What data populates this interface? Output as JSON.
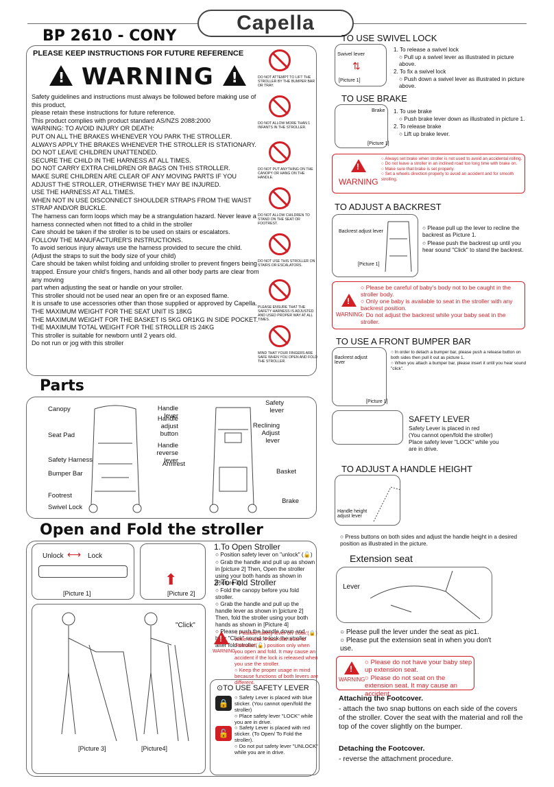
{
  "brand": "Capella",
  "model": "BP 2610 - CONY",
  "warning": {
    "keep_instructions": "PLEASE KEEP INSTRUCTIONS FOR FUTURE REFERENCE",
    "title": "WARNING",
    "lines": [
      "Safety guidelines and instructions must always be followed before making use of this product,",
      "please retain these instructions for future reference.",
      "This product complies with product standard AS/NZS 2088:2000",
      "WARNING: TO AVOID INJURY OR DEATH:",
      "PUT ON ALL THE BRAKES WHENEVER YOU PARK THE STROLLER.",
      "ALWAYS APPLY THE BRAKES WHENEVER THE STROLLER IS STATIONARY.",
      "DO NOT LEAVE CHILDREN UNATTENDED.",
      "SECURE THE CHILD IN THE HARNESS AT ALL TIMES.",
      "DO NOT CARRY EXTRA CHILDREN OR BAGS ON THIS STROLLER.",
      "MAKE SURE CHILDREN ARE CLEAR OF ANY MOVING PARTS IF YOU ADJUST THE STROLLER, OTHERWISE THEY MAY BE INJURED.",
      "USE THE HARNESS AT ALL TIMES.",
      "WHEN NOT IN USE DISCONNECT SHOULDER STRAPS FROM THE WAIST STRAP AND/OR BUCKLE.",
      "The harness can form loops which may be a strangulation hazard. Never leave a harness connected when not fitted to a child in the stroller",
      "Care should be taken if the stroller is to be used on stairs or escalators.",
      "FOLLOW THE MANUFACTURER'S INSTRUCTIONS.",
      "To avoid serious injury always use the harness provided to secure the child. (Adjust the straps to suit the body size of your child)",
      "Care should be taken whilst folding and unfolding stroller to prevent fingers being trapped. Ensure your child's fingers, hands and all other body parts are clear from any moving",
      "part when adjusting the seat or handle on your stroller.",
      "This stroller should not be used near an open fire or an exposed flame.",
      "It is unsafe to use accessories other than those supplied or approved by Capella.",
      "THE MAXIMUM WEIGHT FOR THE SEAT UNIT IS 18KG",
      "THE MAXIMUM WEIGHT FOR THE BASKET IS 5KG OR1KG IN SIDE POCKET.",
      "THE MAXIMUM TOTAL WEIGHT FOR THE STROLLER IS 24KG",
      "This stroller is suitable for newborn until 2 years old.",
      "Do not run or jog with this stroller"
    ],
    "icons": [
      {
        "caption": "DO NOT ATTEMPT TO LIFT THE STROLLER BY THE BUMPER BAR OR TRAY."
      },
      {
        "caption": "DO NOT ALLOW MORE THAN 1 INFANTS IN THE STROLLER."
      },
      {
        "caption": "DO NOT PUT ANYTHING ON THE CANOPY OR HANG ON THE HANDLE."
      },
      {
        "caption": "DO NOT ALLOW CHILDREN TO STAND ON THE SEAT OR FOOTREST."
      },
      {
        "caption": "DO NOT USE THIS STROLLER ON STAIRS OR ESCALATORS."
      },
      {
        "caption": "PLEASE ENSURE THAT THE SAFETY HARNESS IS ADJUSTED AND USED PROPER WAY AT ALL TIMES."
      },
      {
        "caption": "MIND THAT YOUR FINGERS ARE SAFE WHEN YOU OPEN AND FOLD THE STROLLER."
      }
    ]
  },
  "parts": {
    "title": "Parts",
    "left_labels": [
      "Canopy",
      "Seat Pad",
      "Safety Harness",
      "Bumper Bar",
      "Footrest",
      "Swivel Lock"
    ],
    "mid_labels": [
      "Handle lever",
      "Handle adjust button",
      "Handle reverse lever",
      "Armrest"
    ],
    "right_labels": [
      "Safety lever",
      "Reclining Adjust lever",
      "Basket",
      "Brake"
    ]
  },
  "open_fold": {
    "title": "Open and Fold the stroller",
    "unlock": "Unlock",
    "lock": "Lock",
    "picture1": "[Picture 1]",
    "picture2": "[Picture 2]",
    "picture3": "[Picture 3]",
    "picture4": "[Picture4]",
    "click": "\"Click\"",
    "open_title": "1.To Open Stroller",
    "open_steps": [
      "Position safety lever on \"unlock\" (🔓)",
      "Grab the handle and pull up as shown in [picture 2] Then, Open the stroller using your both hands as shown in [Picture 3]"
    ],
    "fold_title": "2.To Fold Stroller",
    "fold_steps": [
      "Fold the canopy before you fold stroller.",
      "Grab the handle and pull up the handle lever as shown in [picture 2] Then, fold the stroller using your both hands as shown in [Picture 4]",
      "Please push the handle down and hear \"Click\" sound to lock the stroller after fold stroller."
    ],
    "warning_label": "WARNING",
    "warning_steps": [
      "Position safety lever on 'Lock'(🔒) while in use. Place this lever to 'Release'(🔓) position only when you open and fold. It may cause an accident if the lock is released when you use the stroller.",
      "Keep the proper usage in mind because functions of both levers are different."
    ],
    "safety_title": "TO USE SAFETY LEVER",
    "safety_blue": [
      "Safety Lever is placed with blue sticker. (You cannot open/fold the stroller)",
      "Place safety lever \"LOCK\" while you are in drive."
    ],
    "safety_red": [
      "Safety Lever is placed with red sticker. (To Open/ To Fold the stroller).",
      "Do not put safety lever \"UNLOCK\" while you are in drive."
    ]
  },
  "swivel": {
    "title": "TO USE SWIVEL LOCK",
    "label": "Swivel lever",
    "picture": "[Picture 1]",
    "steps": [
      "1. To release a swivel lock",
      "Pull up a swivel lever as illustrated in picture above.",
      "2. To fix a swivel lock",
      "Push down a swivel lever as illustrated in picture above."
    ]
  },
  "brake": {
    "title": "TO USE BRAKE",
    "label": "Brake",
    "picture": "[Picture 1]",
    "steps": [
      "1. To use brake",
      "Push brake lever down as illustrated in picture 1.",
      "2. To release brake",
      "Lift up brake lever."
    ],
    "warning_label": "WARNING",
    "warnings": [
      "Always set brake when stroller is not used to avoid an accidental rolling.",
      "Do not leave a stroller in an inclined road too long time with brake on.",
      "Make sure that brake is set properly.",
      "Set a wheels direction properly to avoid an accident and for smooth strolling."
    ]
  },
  "backrest": {
    "title": "TO ADJUST A BACKREST",
    "label": "Backrest adjust lever",
    "picture": "[Picture 1]",
    "steps": [
      "Please pull up the lever to recline the backrest as Picture 1.",
      "Please push the backrest up until you hear sound \"Click\" to stand the backrest."
    ],
    "warning_label": "WARNING",
    "warnings": [
      "Please be careful of baby's body not to be caught in the stroller body.",
      "Only one baby is available to seat in the stroller with any backrest position.",
      "Do not adjust the backrest while your baby seat in the stroller."
    ]
  },
  "bumper": {
    "title": "TO USE A FRONT BUMPER BAR",
    "label": "Backrest adjust lever",
    "picture": "[Picture 1]",
    "steps": [
      "In order to detach a bumper bar, please push a release button on both sides then pull it out as picture 1.",
      "When you attach a bumper bar, please insert it until you hear sound \"click\"."
    ]
  },
  "safety_lever": {
    "title": "SAFETY LEVER",
    "lines": [
      "Safety Lever is placed in red",
      "(You cannot open/fold the stroller)",
      "Place safety lever \"LOCK\" while you",
      "are in drive."
    ]
  },
  "handle_height": {
    "title": "TO ADJUST A HANDLE HEIGHT",
    "label": "Handle height adjust lever",
    "step": "Press buttons on both sides and adjust the handle height in a desired position as illustrated in the picture."
  },
  "extension": {
    "title": "Extension seat",
    "label": "Lever",
    "steps": [
      "Please pull the lever under the seat as pic1.",
      "Please put the extension seat in when you don't use."
    ],
    "warning_label": "WARNING",
    "warnings": [
      "Please do not have your baby step up extension seat.",
      "Please do not seat on the extension seat. It may cause an accident."
    ]
  },
  "footcover": {
    "attach_title": "Attaching the Footcover.",
    "attach_text": "- attach the two snap buttons on each side of the covers of the stroller. Cover the seat with the material and roll the top of the cover slightly on the bumper.",
    "detach_title": "Detaching the Footcover.",
    "detach_text": "- reverse the attachment procedure."
  }
}
